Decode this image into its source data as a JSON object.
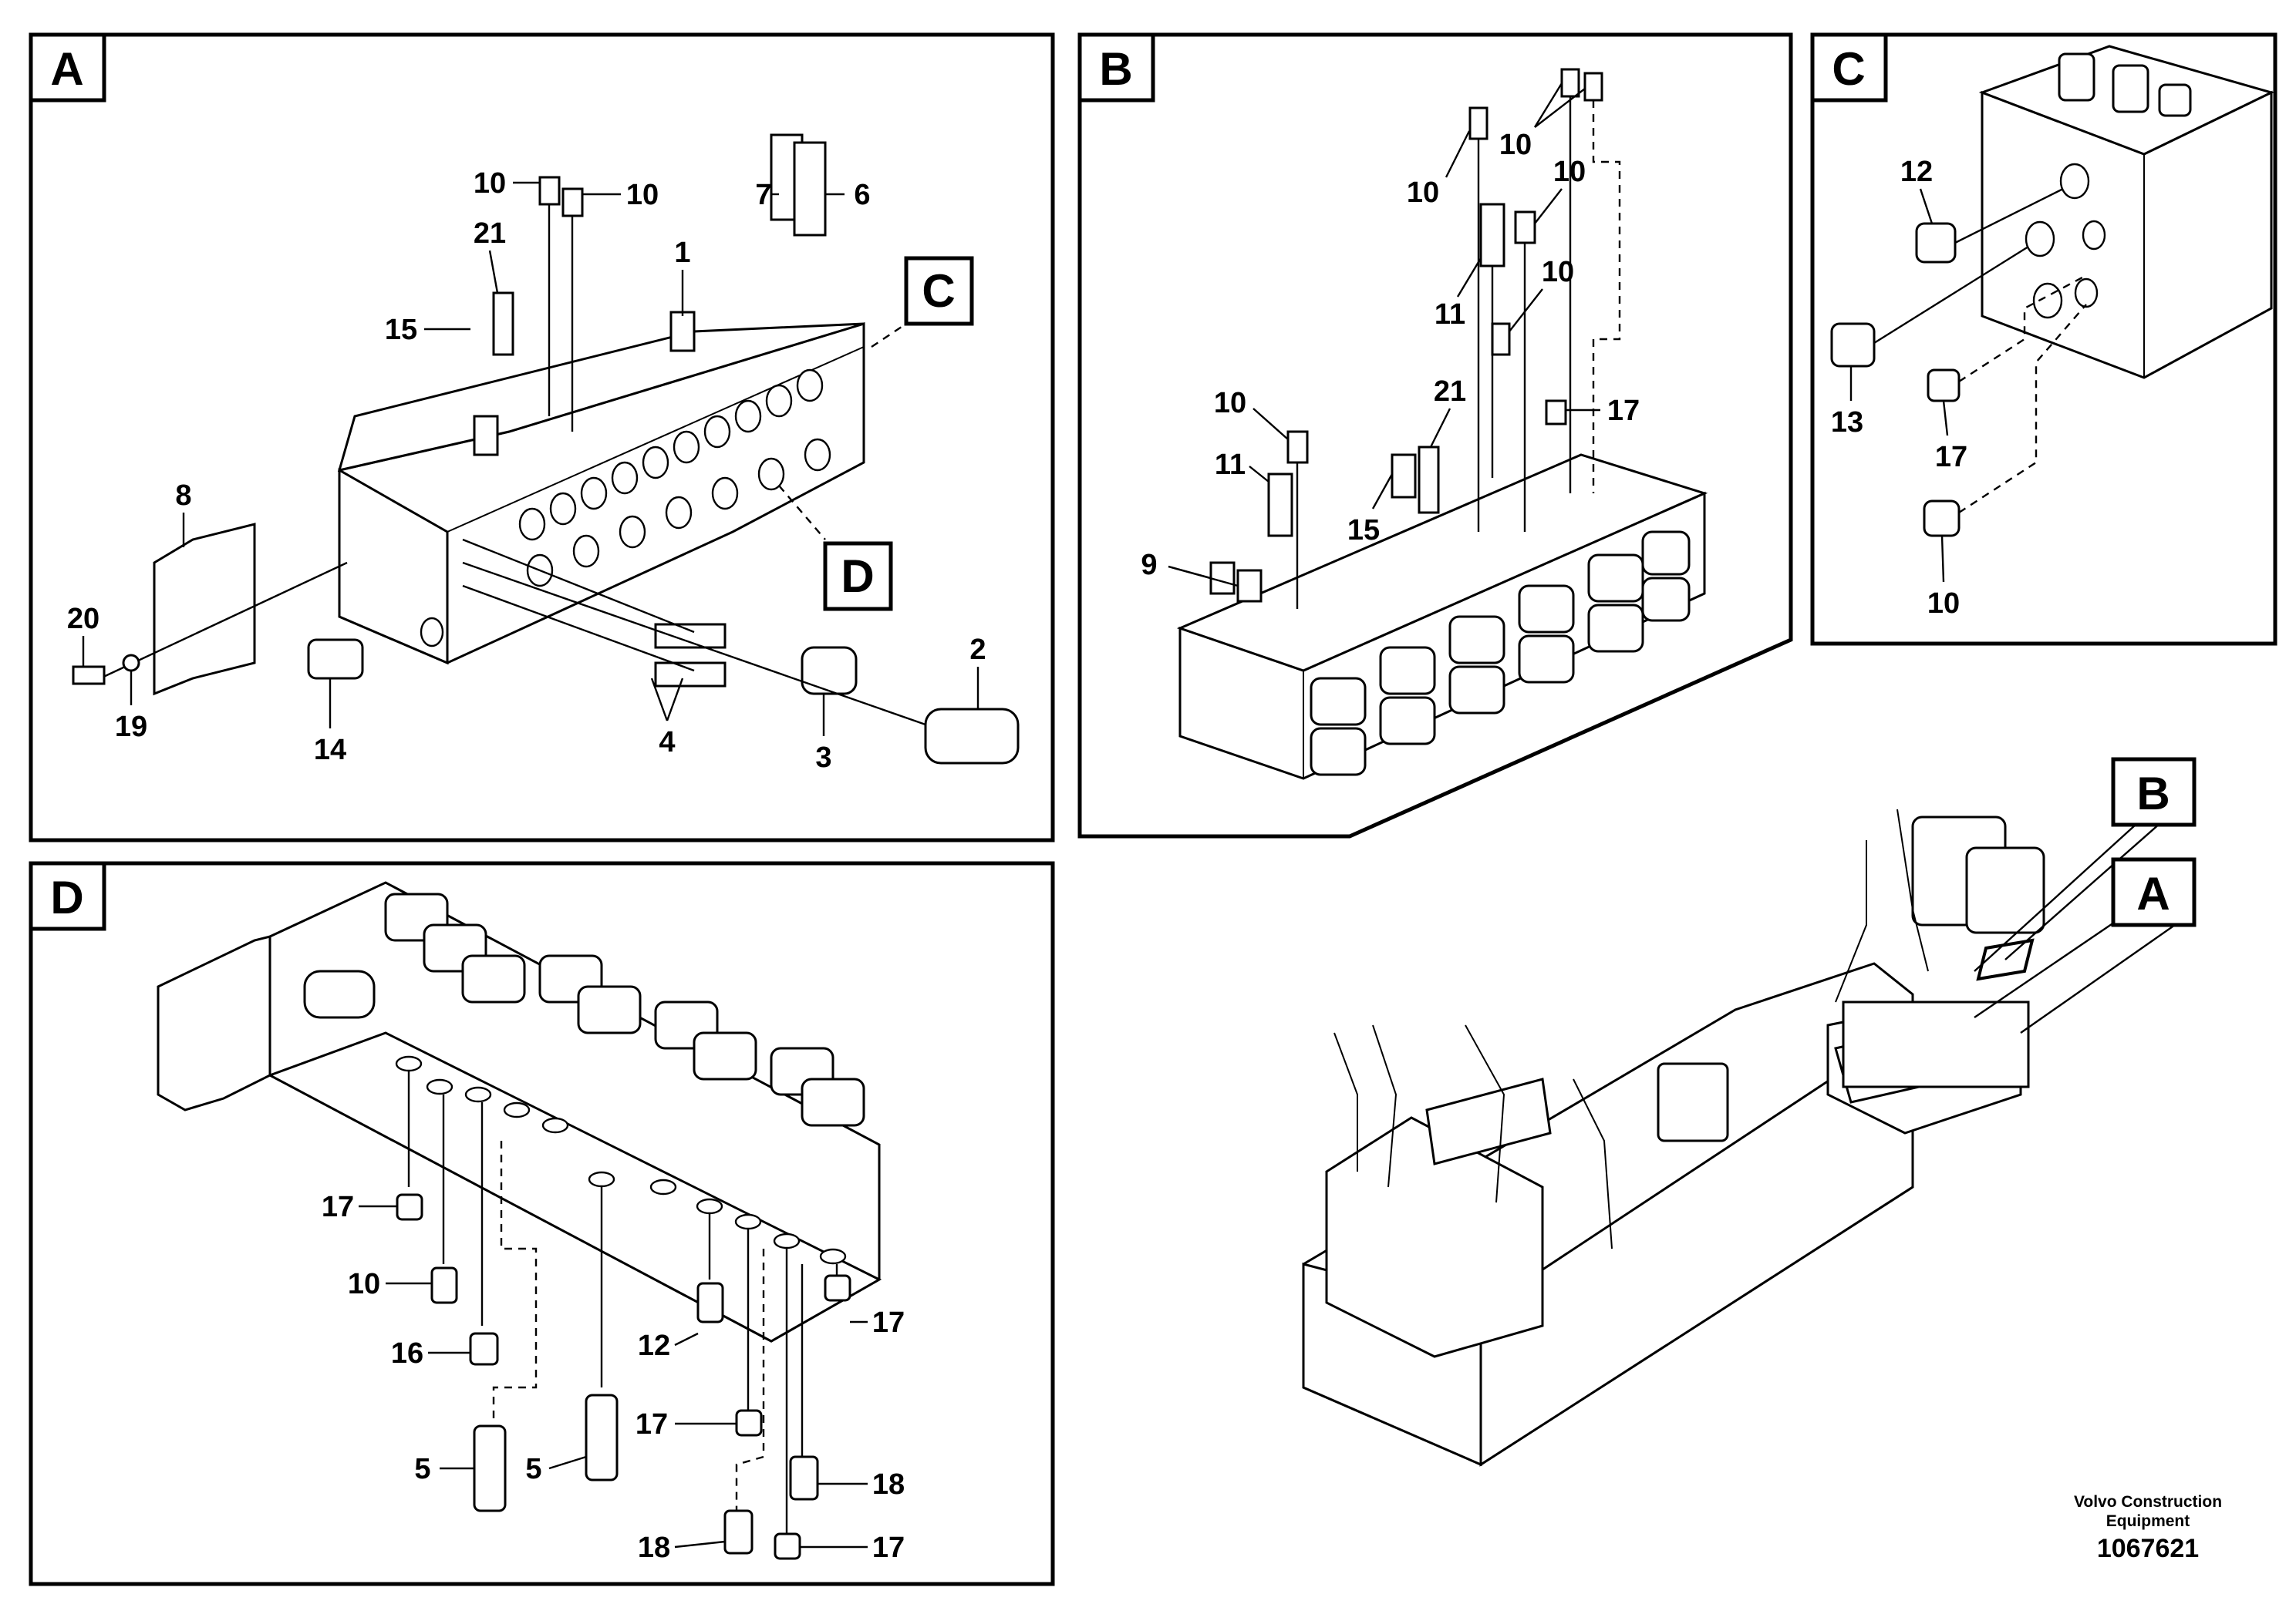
{
  "panels": {
    "A": {
      "letter": "A",
      "callouts": {
        "c1": "1",
        "c2": "2",
        "c3": "3",
        "c4": "4",
        "c6": "6",
        "c7": "7",
        "c8": "8",
        "c10a": "10",
        "c10b": "10",
        "c14": "14",
        "c15": "15",
        "c19": "19",
        "c20": "20",
        "c21": "21"
      },
      "refs": {
        "C": "C",
        "D": "D"
      }
    },
    "B": {
      "letter": "B",
      "callouts": {
        "c9": "9",
        "c10a": "10",
        "c10b": "10",
        "c10c": "10",
        "c10d": "10",
        "c10e": "10",
        "c11a": "11",
        "c11b": "11",
        "c15": "15",
        "c17": "17",
        "c21": "21"
      }
    },
    "C": {
      "letter": "C",
      "callouts": {
        "c12": "12",
        "c13": "13",
        "c17": "17",
        "c10": "10"
      }
    },
    "D": {
      "letter": "D",
      "callouts": {
        "c17a": "17",
        "c10": "10",
        "c16": "16",
        "c5a": "5",
        "c5b": "5",
        "c12": "12",
        "c17b": "17",
        "c17c": "17",
        "c18a": "18",
        "c18b": "18",
        "c17d": "17"
      }
    },
    "overview": {
      "B": "B",
      "A": "A"
    }
  },
  "footer": {
    "brand_line1": "Volvo Construction",
    "brand_line2": "Equipment",
    "figure_number": "1067621"
  }
}
